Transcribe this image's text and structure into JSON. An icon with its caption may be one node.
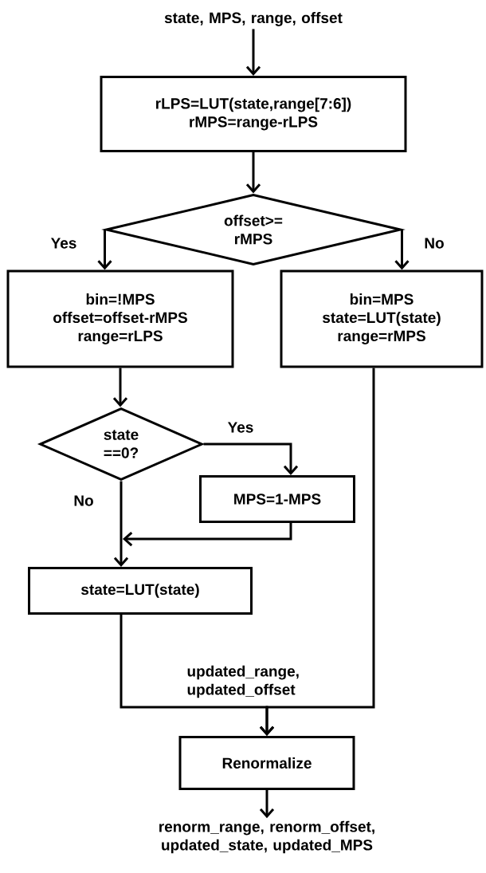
{
  "diagram": {
    "nodes": [
      {
        "text": [
          "state, MPS, range, offset"
        ]
      },
      {
        "text": [
          "rLPS=LUT(state,range[7:6])",
          "rMPS=range-rLPS"
        ]
      },
      {
        "text": [
          "offset>= rMPS"
        ]
      },
      {
        "text": [
          "bin=!MPS",
          "offset=offset-rMPS",
          "range=rLPS"
        ]
      },
      {
        "text": [
          "bin=MPS",
          "state=LUT(state)",
          "range=rMPS"
        ]
      },
      {
        "text": [
          "state ==0?"
        ]
      },
      {
        "text": [
          "MPS=1-MPS"
        ]
      },
      {
        "text": [
          "state=LUT(state)"
        ]
      },
      {
        "text": [
          "Renormalize"
        ]
      },
      {
        "text": [
          "renorm_range, renorm_offset, updated_state, updated_MPS"
        ]
      }
    ],
    "edges": [
      {
        "from": 0,
        "to": 1,
        "arrow": "to"
      },
      {
        "from": 1,
        "to": 2,
        "arrow": "to"
      },
      {
        "from": 2,
        "to": 3,
        "arrow": "to",
        "label": "Yes"
      },
      {
        "from": 2,
        "to": 4,
        "arrow": "to",
        "label": "No"
      },
      {
        "from": 3,
        "to": 5,
        "arrow": "to"
      },
      {
        "from": 5,
        "to": 6,
        "arrow": "to",
        "label": "Yes"
      },
      {
        "from": 5,
        "to": 7,
        "arrow": "to",
        "label": "No"
      },
      {
        "from": 6,
        "to": 7,
        "arrow": "to"
      },
      {
        "from": 7,
        "to": 8,
        "arrow": "to"
      },
      {
        "from": 4,
        "to": 8,
        "arrow": "to"
      },
      {
        "from": 8,
        "to": 9,
        "arrow": "to"
      }
    ],
    "labels": [
      "updated_range, updated_offset"
    ]
  }
}
